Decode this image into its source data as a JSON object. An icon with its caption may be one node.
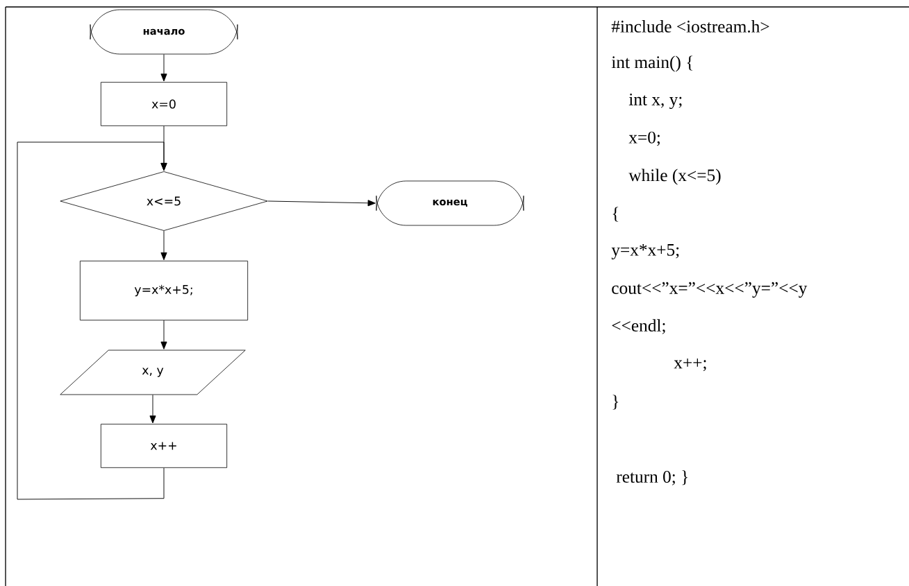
{
  "diagram": {
    "nodes": [
      {
        "text": [
          "начало"
        ]
      },
      {
        "text": [
          "x=0"
        ]
      },
      {
        "text": [
          "x<=5"
        ]
      },
      {
        "text": [
          "конец"
        ]
      },
      {
        "text": [
          "y=x*x+5;"
        ]
      },
      {
        "text": [
          "x, y"
        ]
      },
      {
        "text": [
          "x++"
        ]
      }
    ],
    "edges": [
      {
        "from": 0,
        "to": 1,
        "arrow": "to"
      },
      {
        "from": 1,
        "to": 2,
        "arrow": "to"
      },
      {
        "from": 2,
        "to": 3,
        "arrow": "to"
      },
      {
        "from": 2,
        "to": 4,
        "arrow": "to"
      },
      {
        "from": 4,
        "to": 5,
        "arrow": "to"
      },
      {
        "from": 5,
        "to": 6,
        "arrow": "to"
      },
      {
        "from": 6,
        "to": 2,
        "arrow": "to"
      }
    ],
    "labels": [
      "#include <iostream.h>",
      "int main() {",
      "int x, y;",
      "x=0;",
      "while (x<=5)",
      "{",
      "y=x*x+5;",
      "cout<<”x=”<<x<<”y=”<<y",
      "<<endl;",
      "x++;",
      "}",
      "return 0; }"
    ]
  }
}
